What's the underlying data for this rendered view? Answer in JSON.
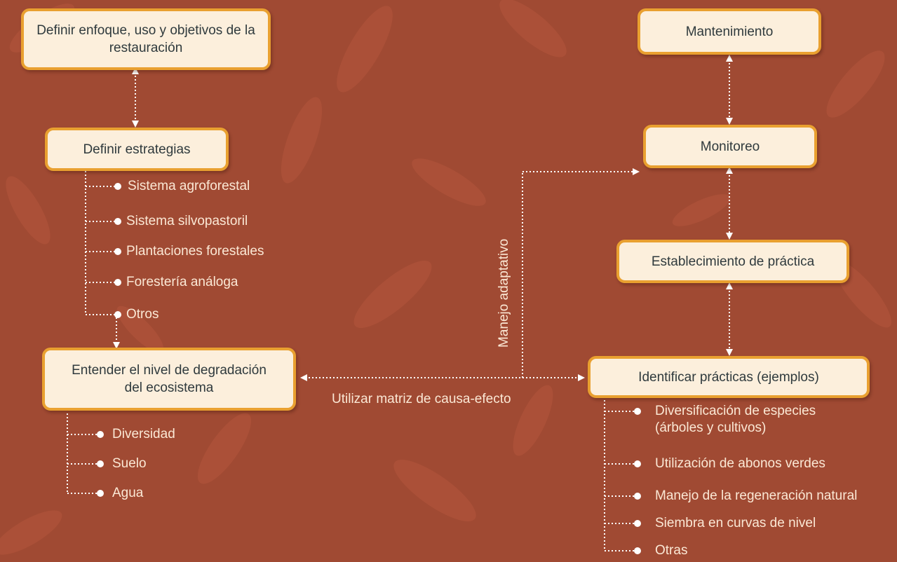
{
  "boxes": {
    "definir_enfoque": "Definir enfoque, uso y objetivos de la restauración",
    "definir_estrategias": "Definir estrategias",
    "entender_nivel": "Entender el nivel de degradación del ecosistema",
    "mantenimiento": "Mantenimiento",
    "monitoreo": "Monitoreo",
    "establecimiento": "Establecimiento de práctica",
    "identificar": "Identificar prácticas (ejemplos)"
  },
  "estrategias": [
    "Sistema agroforestal",
    "Sistema silvopastoril",
    "Plantaciones forestales",
    "Forestería análoga",
    "Otros"
  ],
  "degradacion": [
    "Diversidad",
    "Suelo",
    "Agua"
  ],
  "practicas": [
    "Diversificación de especies (árboles y cultivos)",
    "Utilización de abonos verdes",
    "Manejo de la regeneración natural",
    "Siembra en curvas de nivel",
    "Otras"
  ],
  "connector_labels": {
    "matriz": "Utilizar matriz de causa-efecto",
    "manejo": "Manejo adaptativo"
  },
  "colors": {
    "background": "#a04a33",
    "box_fill": "#fcefdc",
    "box_border": "#e9a030",
    "box_text": "#2f3a3d",
    "label_text": "#fbe8d5",
    "connector": "#ffffff"
  }
}
